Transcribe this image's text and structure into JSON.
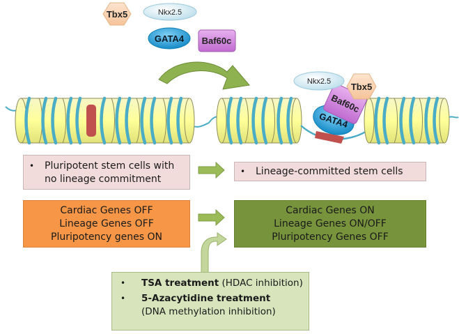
{
  "proteins": {
    "tbx5": "Tbx5",
    "nkx25": "Nkx2.5",
    "gata4": "GATA4",
    "baf60c": "Baf60c"
  },
  "states": {
    "before": "Pluripotent stem cells with no lineage commitment",
    "before_line1": "Pluripotent stem cells with",
    "before_line2": "no lineage commitment",
    "after": "Lineage-committed stem cells"
  },
  "gene_status": {
    "before": [
      "Cardiac Genes OFF",
      "Lineage Genes OFF",
      "Pluripotency genes ON"
    ],
    "after": [
      "Cardiac Genes ON",
      "Lineage Genes ON/OFF",
      "Pluripotency Genes OFF"
    ]
  },
  "treatments": [
    {
      "name": "TSA treatment",
      "detail": "(HDAC inhibition)"
    },
    {
      "name": "5-Azacytidine treatment",
      "detail": "(DNA methylation inhibition)"
    }
  ],
  "colors": {
    "nucleosome": "#ffff99",
    "dna": "#4bacc6",
    "marker": "#c0504d",
    "tbx5": "#fbd5b5",
    "nkx25": "#c6e6f0",
    "gata4": "#1fa3d9",
    "baf60c": "#d68ee0",
    "arrow": "#9bbb59"
  }
}
